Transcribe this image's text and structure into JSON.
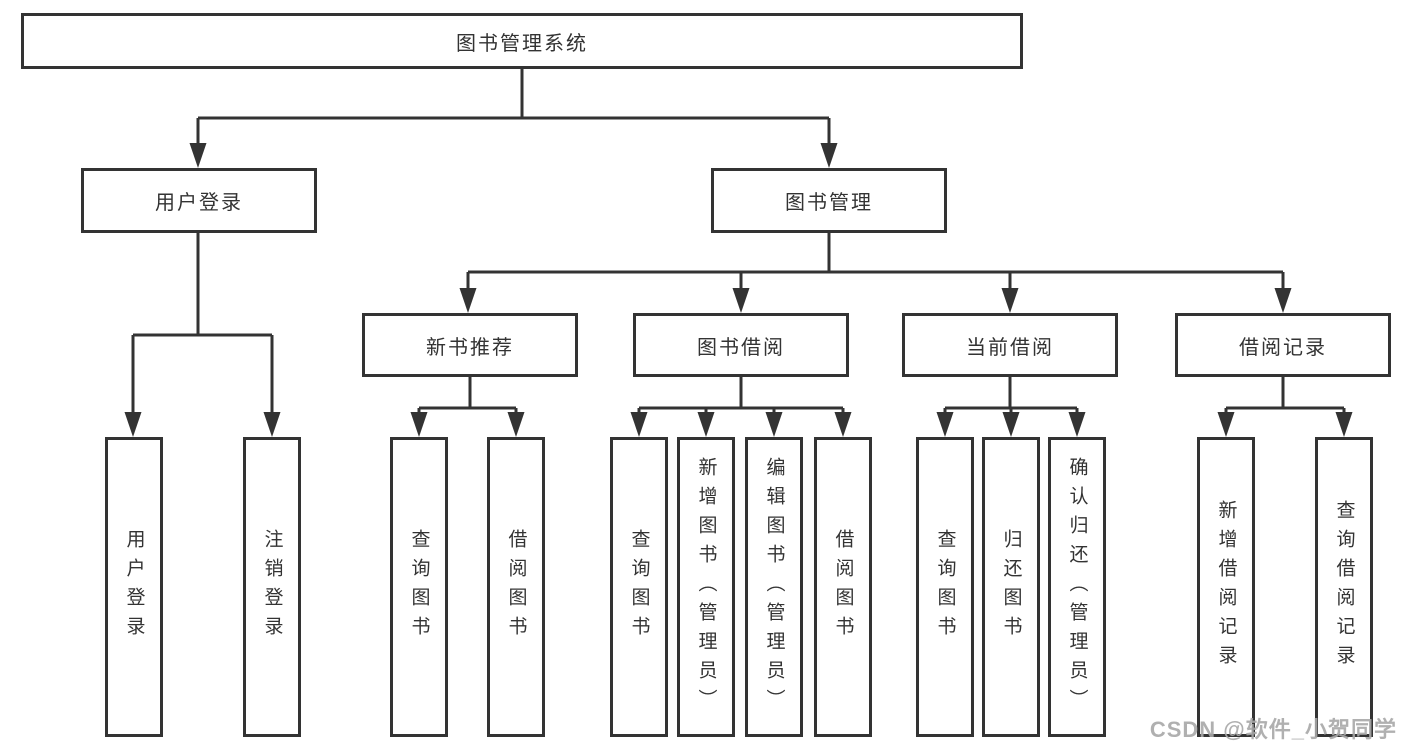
{
  "page": {
    "background": "#ffffff"
  },
  "colors": {
    "line": "#333333",
    "box_border": "#333333",
    "text": "#333333",
    "watermark": "#a8a8a8"
  },
  "watermark": "CSDN @软件_小贺同学",
  "tree": {
    "label": "图书管理系统",
    "children": [
      {
        "label": "用户登录",
        "children": [
          {
            "label": "用户登录"
          },
          {
            "label": "注销登录"
          }
        ]
      },
      {
        "label": "图书管理",
        "children": [
          {
            "label": "新书推荐",
            "children": [
              {
                "label": "查询图书"
              },
              {
                "label": "借阅图书"
              }
            ]
          },
          {
            "label": "图书借阅",
            "children": [
              {
                "label": "查询图书"
              },
              {
                "label": "新增图书（管理员）"
              },
              {
                "label": "编辑图书（管理员）"
              },
              {
                "label": "借阅图书"
              }
            ]
          },
          {
            "label": "当前借阅",
            "children": [
              {
                "label": "查询图书"
              },
              {
                "label": "归还图书"
              },
              {
                "label": "确认归还（管理员）"
              }
            ]
          },
          {
            "label": "借阅记录",
            "children": [
              {
                "label": "新增借阅记录"
              },
              {
                "label": "查询借阅记录"
              }
            ]
          }
        ]
      }
    ]
  }
}
